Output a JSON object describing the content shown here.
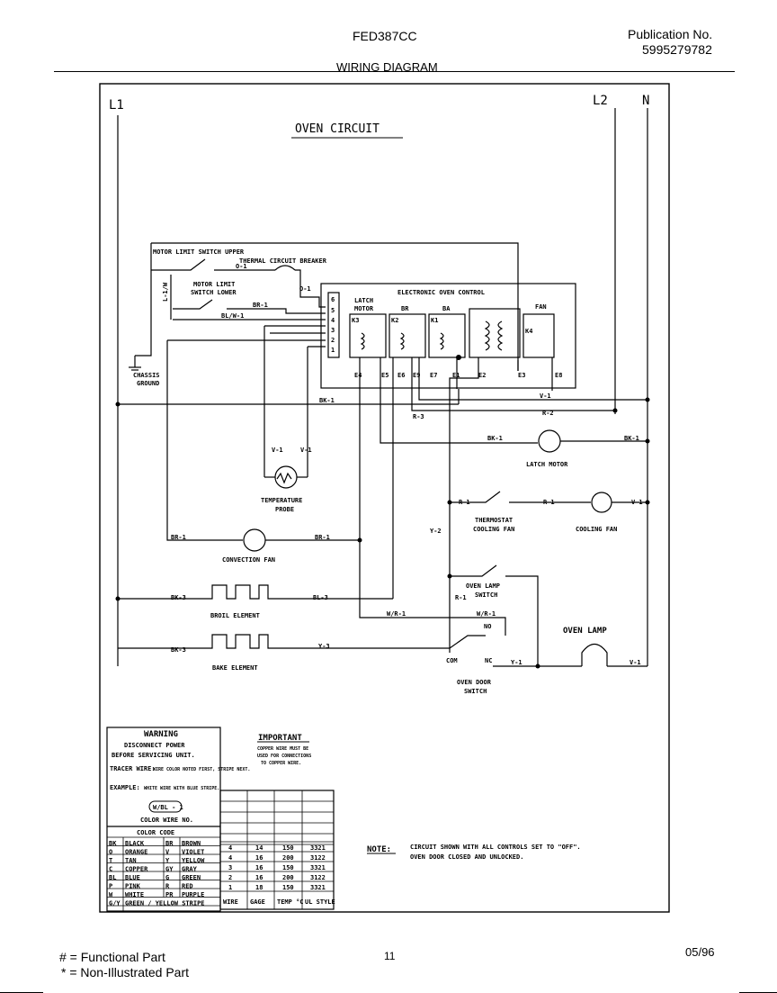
{
  "header": {
    "model": "FED387CC",
    "publication_label": "Publication No.",
    "publication_number": "5995279782",
    "title": "WIRING DIAGRAM"
  },
  "diagram": {
    "line_labels": {
      "l1": "L1",
      "l2": "L2",
      "n": "N"
    },
    "circuit_title": "OVEN CIRCUIT",
    "components": {
      "motor_limit_switch_upper": "MOTOR LIMIT SWITCH UPPER",
      "thermal_circuit_breaker": "THERMAL CIRCUIT BREAKER",
      "motor_limit_switch_lower_1": "MOTOR LIMIT",
      "motor_limit_switch_lower_2": "SWITCH LOWER",
      "chassis_ground_1": "CHASSIS",
      "chassis_ground_2": "GROUND",
      "electronic_oven_control": "ELECTRONIC OVEN CONTROL",
      "latch_motor_relay_1": "LATCH",
      "latch_motor_relay_2": "MOTOR",
      "relay_br": "BR",
      "relay_ba": "BA",
      "relay_fan": "FAN",
      "relay_k3": "K3",
      "relay_k2": "K2",
      "relay_k1": "K1",
      "relay_k4": "K4",
      "latch_motor": "LATCH MOTOR",
      "temperature_probe_1": "TEMPERATURE",
      "temperature_probe_2": "PROBE",
      "thermostat_cooling_fan_1": "THERMOSTAT",
      "thermostat_cooling_fan_2": "COOLING FAN",
      "cooling_fan": "COOLING FAN",
      "convection_fan": "CONVECTION FAN",
      "oven_lamp_switch_1": "OVEN LAMP",
      "oven_lamp_switch_2": "SWITCH",
      "broil_element": "BROIL ELEMENT",
      "bake_element": "BAKE ELEMENT",
      "oven_lamp": "OVEN LAMP",
      "oven_door_switch_1": "OVEN DOOR",
      "oven_door_switch_2": "SWITCH",
      "no": "NO",
      "nc": "NC",
      "com": "COM"
    },
    "terminals": [
      "E4",
      "E5",
      "E6",
      "E9",
      "E7",
      "E1",
      "E2",
      "E3",
      "E8"
    ],
    "wires": {
      "o1a": "O-1",
      "o1b": "O-1",
      "br1_top": "BR-1",
      "blw1": "BL/W-1",
      "v1_right": "V-1",
      "bk1_main": "BK-1",
      "r2": "R-2",
      "r3": "R-3",
      "bk1_latch_left": "BK-1",
      "bk1_latch_right": "BK-1",
      "v1_probe_a": "V-1",
      "v1_probe_b": "V-1",
      "r1_tstat_left": "R-1",
      "r1_tstat_right": "R-1",
      "v1_cool": "V-1",
      "y2_vert": "Y-2",
      "br1_conv_left": "BR-1",
      "br1_conv_right": "BR-1",
      "r1_lamp": "R-1",
      "bk3_broil": "BK-3",
      "bl3": "BL-3",
      "wr1_mid": "W/R-1",
      "wr1_door": "W/R-1",
      "bk3_bake": "BK-3",
      "y3": "Y-3",
      "y1": "Y-1",
      "v1_lamp": "V-1",
      "bk1_left_top": "L-1/W"
    },
    "connector_pins": [
      "6",
      "5",
      "4",
      "3",
      "2",
      "1"
    ],
    "warning": {
      "title": "WARNING",
      "line1": "DISCONNECT POWER",
      "line2": "BEFORE SERVICING UNIT.",
      "tracer_label": "TRACER WIRE:",
      "tracer_text": "WIRE COLOR NOTED FIRST, STRIPE NEXT.",
      "example_label": "EXAMPLE:",
      "example_text": "WHITE WIRE WITH BLUE STRIPE.",
      "example_code": "W/BL - 1",
      "color_wire_no": "COLOR WIRE NO."
    },
    "color_code": {
      "title": "COLOR CODE",
      "rows": [
        [
          "BK",
          "BLACK",
          "BR",
          "BROWN"
        ],
        [
          "O",
          "ORANGE",
          "V",
          "VIOLET"
        ],
        [
          "T",
          "TAN",
          "Y",
          "YELLOW"
        ],
        [
          "C",
          "COPPER",
          "GY",
          "GRAY"
        ],
        [
          "BL",
          "BLUE",
          "G",
          "GREEN"
        ],
        [
          "P",
          "PINK",
          "R",
          "RED"
        ],
        [
          "W",
          "WHITE",
          "PR",
          "PURPLE"
        ],
        [
          "G/Y",
          "GREEN / YELLOW STRIPE",
          "",
          ""
        ]
      ]
    },
    "wire_table": {
      "headers": [
        "WIRE",
        "GAGE",
        "TEMP °C",
        "UL STYLE"
      ],
      "rows": [
        [
          "4",
          "14",
          "150",
          "3321"
        ],
        [
          "4",
          "16",
          "200",
          "3122"
        ],
        [
          "3",
          "16",
          "150",
          "3321"
        ],
        [
          "2",
          "16",
          "200",
          "3122"
        ],
        [
          "1",
          "18",
          "150",
          "3321"
        ]
      ]
    },
    "important": {
      "title": "IMPORTANT",
      "text1": "COPPER WIRE MUST BE",
      "text2": "USED FOR CONNECTIONS",
      "text3": "TO COPPER WIRE."
    },
    "note": {
      "label": "NOTE:",
      "line1": "CIRCUIT SHOWN WITH ALL CONTROLS SET TO \"OFF\".",
      "line2": "OVEN DOOR CLOSED AND UNLOCKED."
    }
  },
  "footer": {
    "functional": "# = Functional Part",
    "non_illustrated": "* = Non-Illustrated Part",
    "page": "11",
    "date": "05/96"
  }
}
